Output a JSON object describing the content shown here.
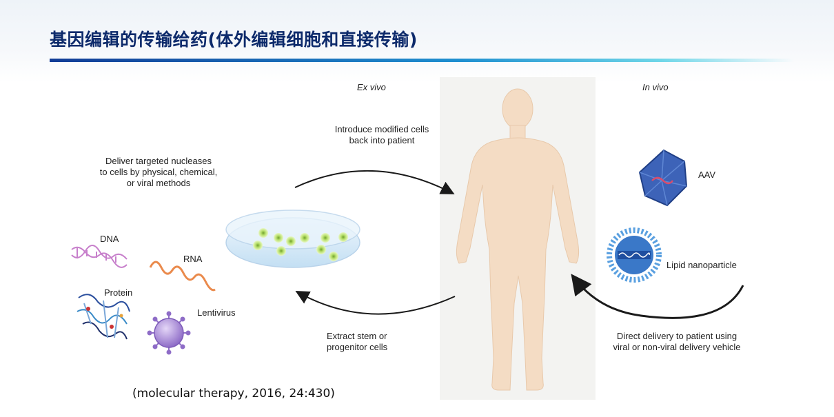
{
  "slide": {
    "title": "基因编辑的传输给药(体外编辑细胞和直接传输)",
    "citation": "(molecular therapy, 2016, 24:430)"
  },
  "diagram": {
    "ex_vivo_label": "Ex vivo",
    "in_vivo_label": "In vivo",
    "deliver_text": [
      "Deliver targeted nucleases",
      "to cells by physical, chemical,",
      "or viral methods"
    ],
    "introduce_text": [
      "Introduce modified cells",
      "back into patient"
    ],
    "extract_text": [
      "Extract stem or",
      "progenitor cells"
    ],
    "direct_text": [
      "Direct delivery to patient using",
      "viral or non-viral delivery vehicle"
    ],
    "cargo": {
      "dna": "DNA",
      "rna": "RNA",
      "protein": "Protein",
      "lentivirus": "Lentivirus"
    },
    "vehicles": {
      "aav": "AAV",
      "lnp": "Lipid nanoparticle"
    }
  },
  "colors": {
    "title": "#0d2a6b",
    "rule_start": "#123c96",
    "rule_end": "#6fd6e8",
    "body_skin": "#f4dcc4",
    "dna": "#c77fcb",
    "rna": "#ea8a4c",
    "lentivirus": "#a98bd6",
    "aav": "#3d63b8",
    "lnp": "#3a78c8",
    "cells": "#a6d85c"
  }
}
